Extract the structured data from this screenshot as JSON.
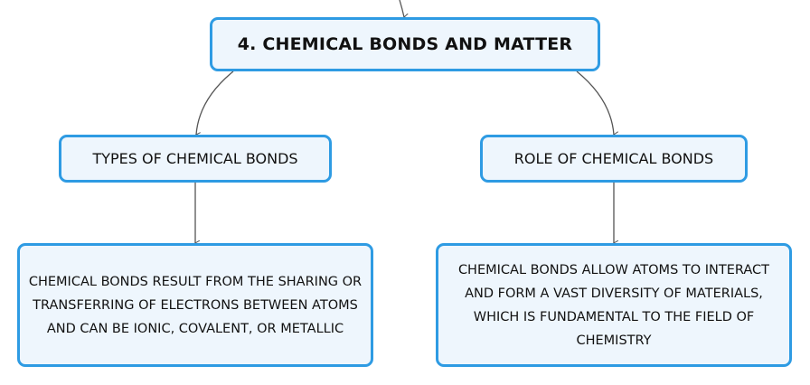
{
  "diagram": {
    "root": {
      "label": "4. CHEMICAL BONDS AND MATTER"
    },
    "branches": [
      {
        "label": "TYPES OF CHEMICAL BONDS",
        "detail": "CHEMICAL BONDS RESULT FROM THE SHARING OR TRANSFERRING OF ELECTRONS BETWEEN ATOMS AND CAN BE IONIC, COVALENT, OR METALLIC"
      },
      {
        "label": "ROLE OF CHEMICAL BONDS",
        "detail": "CHEMICAL BONDS ALLOW ATOMS TO INTERACT AND FORM A VAST DIVERSITY OF MATERIALS, WHICH IS FUNDAMENTAL TO THE FIELD OF CHEMISTRY"
      }
    ]
  },
  "colors": {
    "node_border": "#2e9be3",
    "node_fill": "#eef6fd",
    "connector": "#555555"
  }
}
